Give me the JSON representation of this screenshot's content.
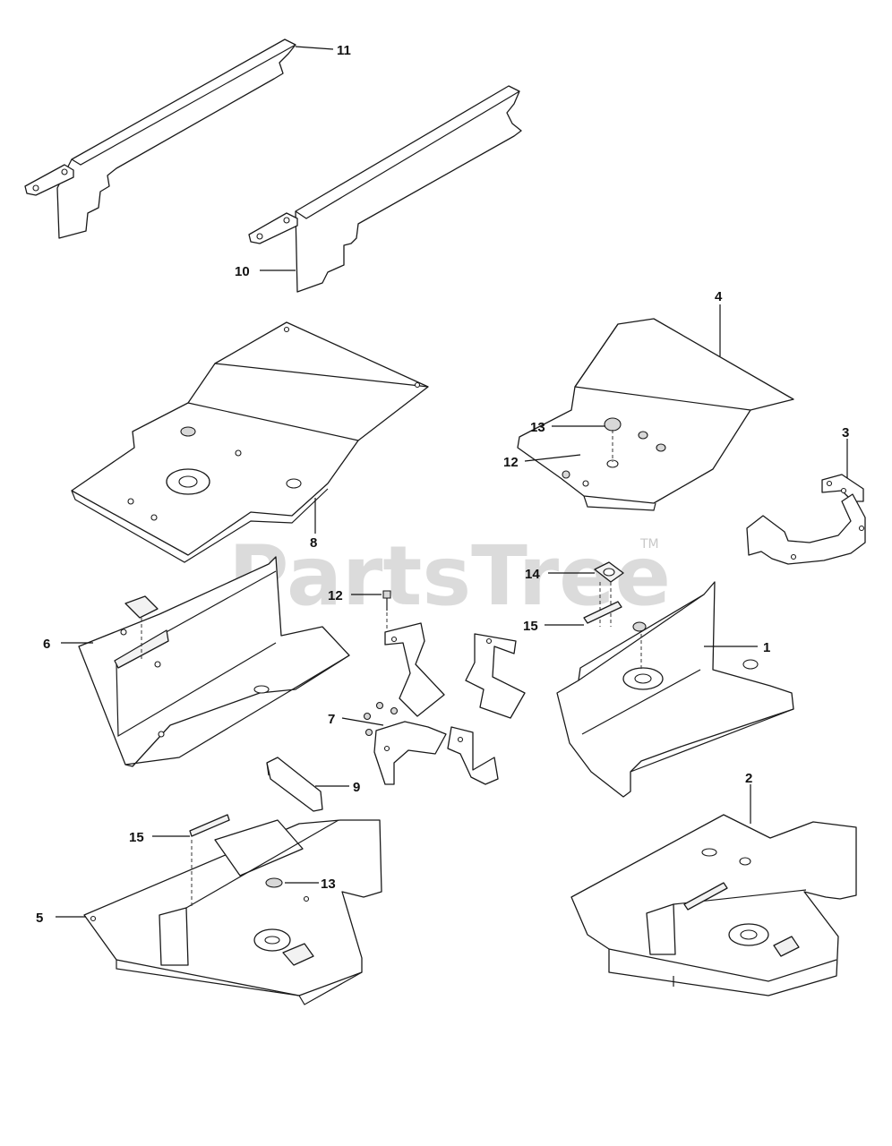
{
  "watermark": {
    "brand": "PartsTree",
    "trademark": "TM"
  },
  "callouts": {
    "c1": "1",
    "c2": "2",
    "c3": "3",
    "c4": "4",
    "c5": "5",
    "c6": "6",
    "c7": "7",
    "c8": "8",
    "c9": "9",
    "c10": "10",
    "c11": "11",
    "c12a": "12",
    "c12b": "12",
    "c13a": "13",
    "c13b": "13",
    "c14": "14",
    "c15a": "15",
    "c15b": "15"
  }
}
